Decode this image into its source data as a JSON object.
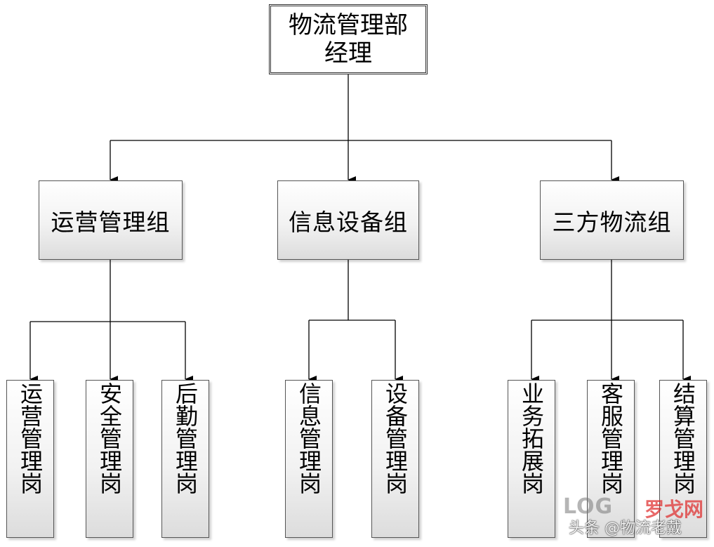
{
  "org_chart": {
    "root": {
      "label": "物流管理部经理"
    },
    "groups": [
      {
        "label": "运营管理组",
        "posts": [
          "运营管理岗",
          "安全管理岗",
          "后勤管理岗"
        ]
      },
      {
        "label": "信息设备组",
        "posts": [
          "信息管理岗",
          "设备管理岗"
        ]
      },
      {
        "label": "三方物流组",
        "posts": [
          "业务拓展岗",
          "客服管理岗",
          "结算管理岗"
        ]
      }
    ]
  },
  "watermark": {
    "logo": "LOG",
    "logo_cn": "罗戈网",
    "handle": "头条 @物流老戴"
  },
  "colors": {
    "line": "#000000",
    "box_border": "#555555",
    "watermark_red": "#de2828"
  }
}
